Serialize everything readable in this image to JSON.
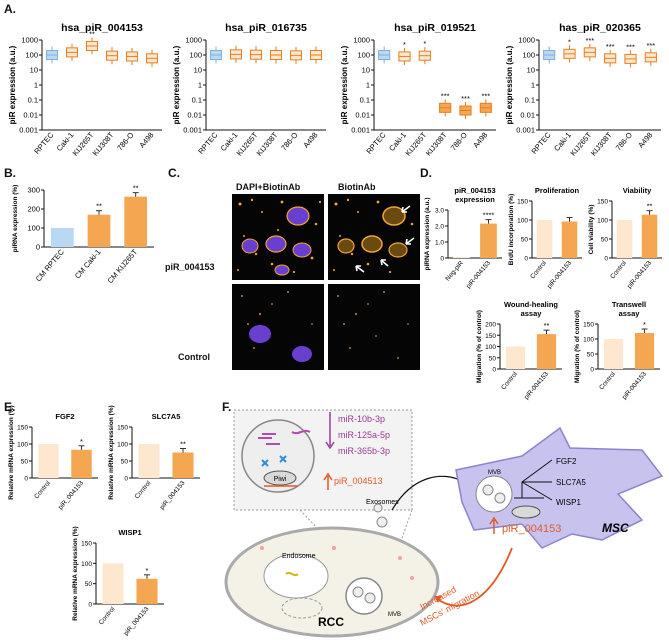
{
  "panels": {
    "A": "A.",
    "B": "B.",
    "C": "C.",
    "D": "D.",
    "E": "E.",
    "F": "F."
  },
  "sig": {
    "p2": "**",
    "p1": "*",
    "p3": "***",
    "p4": "****"
  },
  "colors": {
    "rptec": "#b9d8f2",
    "control": "#fde8cf",
    "orange": "#f4a650",
    "dark_orange": "#e67e22",
    "nucleus": "#6a3fd0",
    "signal": "#f1a431",
    "msc": "#c7c3ee",
    "rcc": "#f4f1e6",
    "arrow_red": "#e25a28",
    "purple": "#9c3a9a"
  },
  "chart_data": [
    {
      "type": "box",
      "title": "hsa_piR_004153",
      "ylabel": "piR expression (a.u.)",
      "yscale": "log",
      "ylim": [
        0.001,
        1000
      ],
      "y_ticks": [
        "1000",
        "100",
        "10",
        "1",
        "0.1",
        "0.01",
        "0.001"
      ],
      "categories": [
        "RPTEC",
        "Caki-1",
        "KIJ265T",
        "KIJ308T",
        "786-O",
        "A498"
      ],
      "values": [
        100,
        150,
        400,
        90,
        80,
        60
      ],
      "sig": [
        "",
        "",
        "**",
        "",
        "",
        ""
      ]
    },
    {
      "type": "box",
      "title": "hsa_piR_016735",
      "ylabel": "piR expression (a.u.)",
      "yscale": "log",
      "ylim": [
        0.001,
        1000
      ],
      "y_ticks": [
        "1000",
        "100",
        "10",
        "1",
        "0.1",
        "0.01",
        "0.001"
      ],
      "categories": [
        "RPTEC",
        "Caki-1",
        "KIJ265T",
        "KIJ308T",
        "786-O",
        "A498"
      ],
      "values": [
        100,
        110,
        105,
        100,
        95,
        100
      ],
      "sig": [
        "",
        "",
        "",
        "",
        "",
        ""
      ]
    },
    {
      "type": "box",
      "title": "hsa_piR_019521",
      "ylabel": "piR expression (a.u.)",
      "yscale": "log",
      "ylim": [
        0.001,
        1000
      ],
      "y_ticks": [
        "1000",
        "100",
        "10",
        "1",
        "0.1",
        "0.01",
        "0.001"
      ],
      "categories": [
        "RPTEC",
        "Caki-1",
        "KIJ265T",
        "KIJ308T",
        "786-O",
        "A498"
      ],
      "values": [
        100,
        80,
        90,
        0.03,
        0.02,
        0.03
      ],
      "sig": [
        "",
        "*",
        "*",
        "***",
        "***",
        "***"
      ]
    },
    {
      "type": "box",
      "title": "has_piR_020365",
      "ylabel": "piR expression (a.u.)",
      "yscale": "log",
      "ylim": [
        0.001,
        1000
      ],
      "y_ticks": [
        "1000",
        "100",
        "10",
        "1",
        "0.1",
        "0.01",
        "0.001"
      ],
      "categories": [
        "RPTEC",
        "Caki-1",
        "KIJ265T",
        "KIJ308T",
        "786-O",
        "A498"
      ],
      "values": [
        100,
        120,
        150,
        60,
        55,
        70
      ],
      "sig": [
        "",
        "*",
        "***",
        "***",
        "***",
        "***"
      ]
    },
    {
      "type": "bar",
      "ylabel": "piRNA expression (%)",
      "ylim": [
        0,
        300
      ],
      "y_ticks": [
        "0",
        "100",
        "200",
        "300"
      ],
      "categories": [
        "CM RPTEC",
        "CM Caki-1",
        "CM KIJ265T"
      ],
      "values": [
        100,
        170,
        265
      ],
      "sig": [
        "",
        "**",
        "**"
      ]
    },
    {
      "type": "bar",
      "title": "piR_004153\nexpression",
      "ylabel": "piRNA expression (a.u.)",
      "ylim": [
        0,
        3
      ],
      "y_ticks": [
        "0",
        "1.0",
        "2.0",
        "3.0"
      ],
      "categories": [
        "Neg-piR",
        "piR-004153"
      ],
      "values": [
        0.02,
        2.15
      ],
      "sig": [
        "",
        "****"
      ]
    },
    {
      "type": "bar",
      "title": "Proliferation",
      "ylabel": "BrdU incorporation (%)",
      "ylim": [
        0,
        150
      ],
      "y_ticks": [
        "0",
        "50",
        "100",
        "150"
      ],
      "categories": [
        "Control",
        "piR-004153"
      ],
      "values": [
        100,
        96
      ],
      "sig": [
        "",
        ""
      ]
    },
    {
      "type": "bar",
      "title": "Viability",
      "ylabel": "Cell viability (%)",
      "ylim": [
        0,
        150
      ],
      "y_ticks": [
        "0",
        "50",
        "100",
        "150"
      ],
      "categories": [
        "Control",
        "piR-004153"
      ],
      "values": [
        100,
        114
      ],
      "sig": [
        "",
        "**"
      ]
    },
    {
      "type": "bar",
      "title": "Wound-healing\nassay",
      "ylabel": "Migration (% of control)",
      "ylim": [
        0,
        200
      ],
      "y_ticks": [
        "0",
        "50",
        "100",
        "150",
        "200"
      ],
      "categories": [
        "Control",
        "piR-004153"
      ],
      "values": [
        100,
        155
      ],
      "sig": [
        "",
        "**"
      ]
    },
    {
      "type": "bar",
      "title": "Transwell\nassay",
      "ylabel": "Migration (% of control)",
      "ylim": [
        0,
        150
      ],
      "y_ticks": [
        "0",
        "50",
        "100",
        "150"
      ],
      "categories": [
        "Control",
        "piR-004153"
      ],
      "values": [
        100,
        120
      ],
      "sig": [
        "",
        "*"
      ]
    },
    {
      "type": "bar",
      "title": "FGF2",
      "ylabel": "Relative mRNA expression (%)",
      "ylim": [
        0,
        150
      ],
      "y_ticks": [
        "0",
        "50",
        "100",
        "150"
      ],
      "categories": [
        "Control",
        "piR_004153"
      ],
      "values": [
        100,
        83
      ],
      "sig": [
        "",
        "*"
      ]
    },
    {
      "type": "bar",
      "title": "SLC7A5",
      "ylabel": "Relative mRNA expression (%)",
      "ylim": [
        0,
        150
      ],
      "y_ticks": [
        "0",
        "50",
        "100",
        "150"
      ],
      "categories": [
        "Control",
        "piR_004153"
      ],
      "values": [
        100,
        75
      ],
      "sig": [
        "",
        "**"
      ]
    },
    {
      "type": "bar",
      "title": "WISP1",
      "ylabel": "Relative mRNA expression (%)",
      "ylim": [
        0,
        150
      ],
      "y_ticks": [
        "0",
        "50",
        "100",
        "150"
      ],
      "categories": [
        "Control",
        "piR_004153"
      ],
      "values": [
        100,
        62
      ],
      "sig": [
        "",
        "*"
      ]
    }
  ],
  "microscopy": {
    "col1": "DAPI+BiotinAb",
    "col2": "BiotinAb",
    "row1": "piR_004153",
    "row2": "Control"
  },
  "diagram": {
    "mirnas": [
      "miR-10b-3p",
      "miR-125a-5p",
      "miR-365b-3p"
    ],
    "pir_small": "piR_004513",
    "piwi": "Piwi",
    "exosomes": "Exosomes",
    "mvb": "MVB",
    "endosome": "Endosome",
    "rcc": "RCC",
    "msc": "MSC",
    "targets": [
      "FGF2",
      "SLC7A5",
      "WISP1"
    ],
    "pir_big": "piR_004153",
    "increased": "Increased",
    "migration": "MSCs' migration"
  }
}
